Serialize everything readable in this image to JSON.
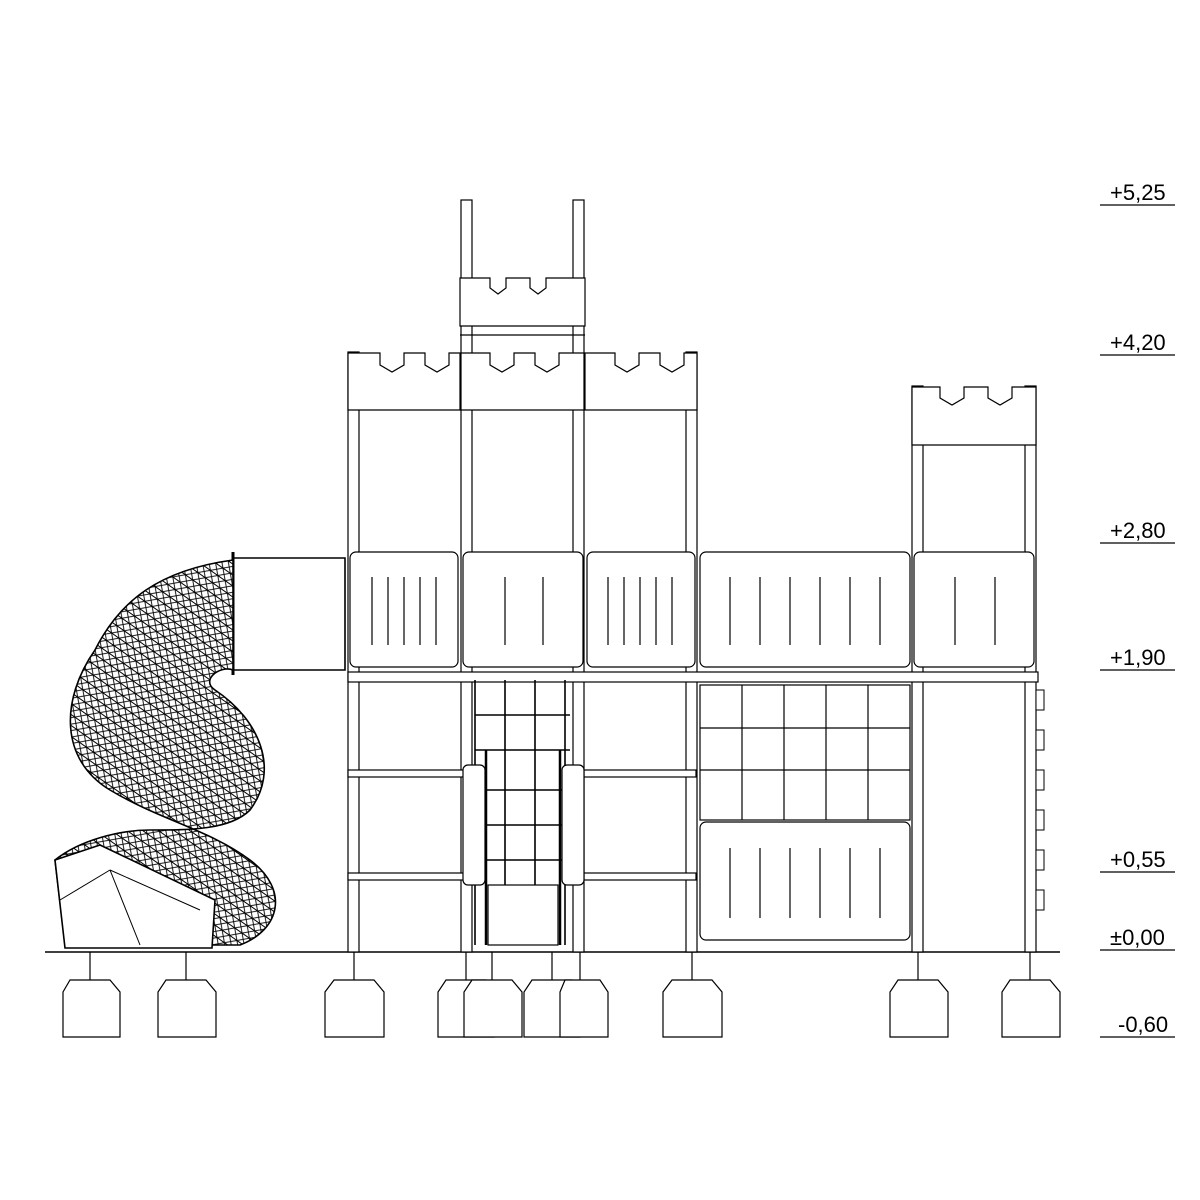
{
  "levels": [
    {
      "label": "+5,25",
      "value": 5.25
    },
    {
      "label": "+4,20",
      "value": 4.2
    },
    {
      "label": "+2,80",
      "value": 2.8
    },
    {
      "label": "+1,90",
      "value": 1.9
    },
    {
      "label": "+0,55",
      "value": 0.55
    },
    {
      "label": "±0,00",
      "value": 0.0
    },
    {
      "label": "-0,60",
      "value": -0.6
    }
  ],
  "colors": {
    "line": "#000000",
    "background": "#ffffff"
  }
}
